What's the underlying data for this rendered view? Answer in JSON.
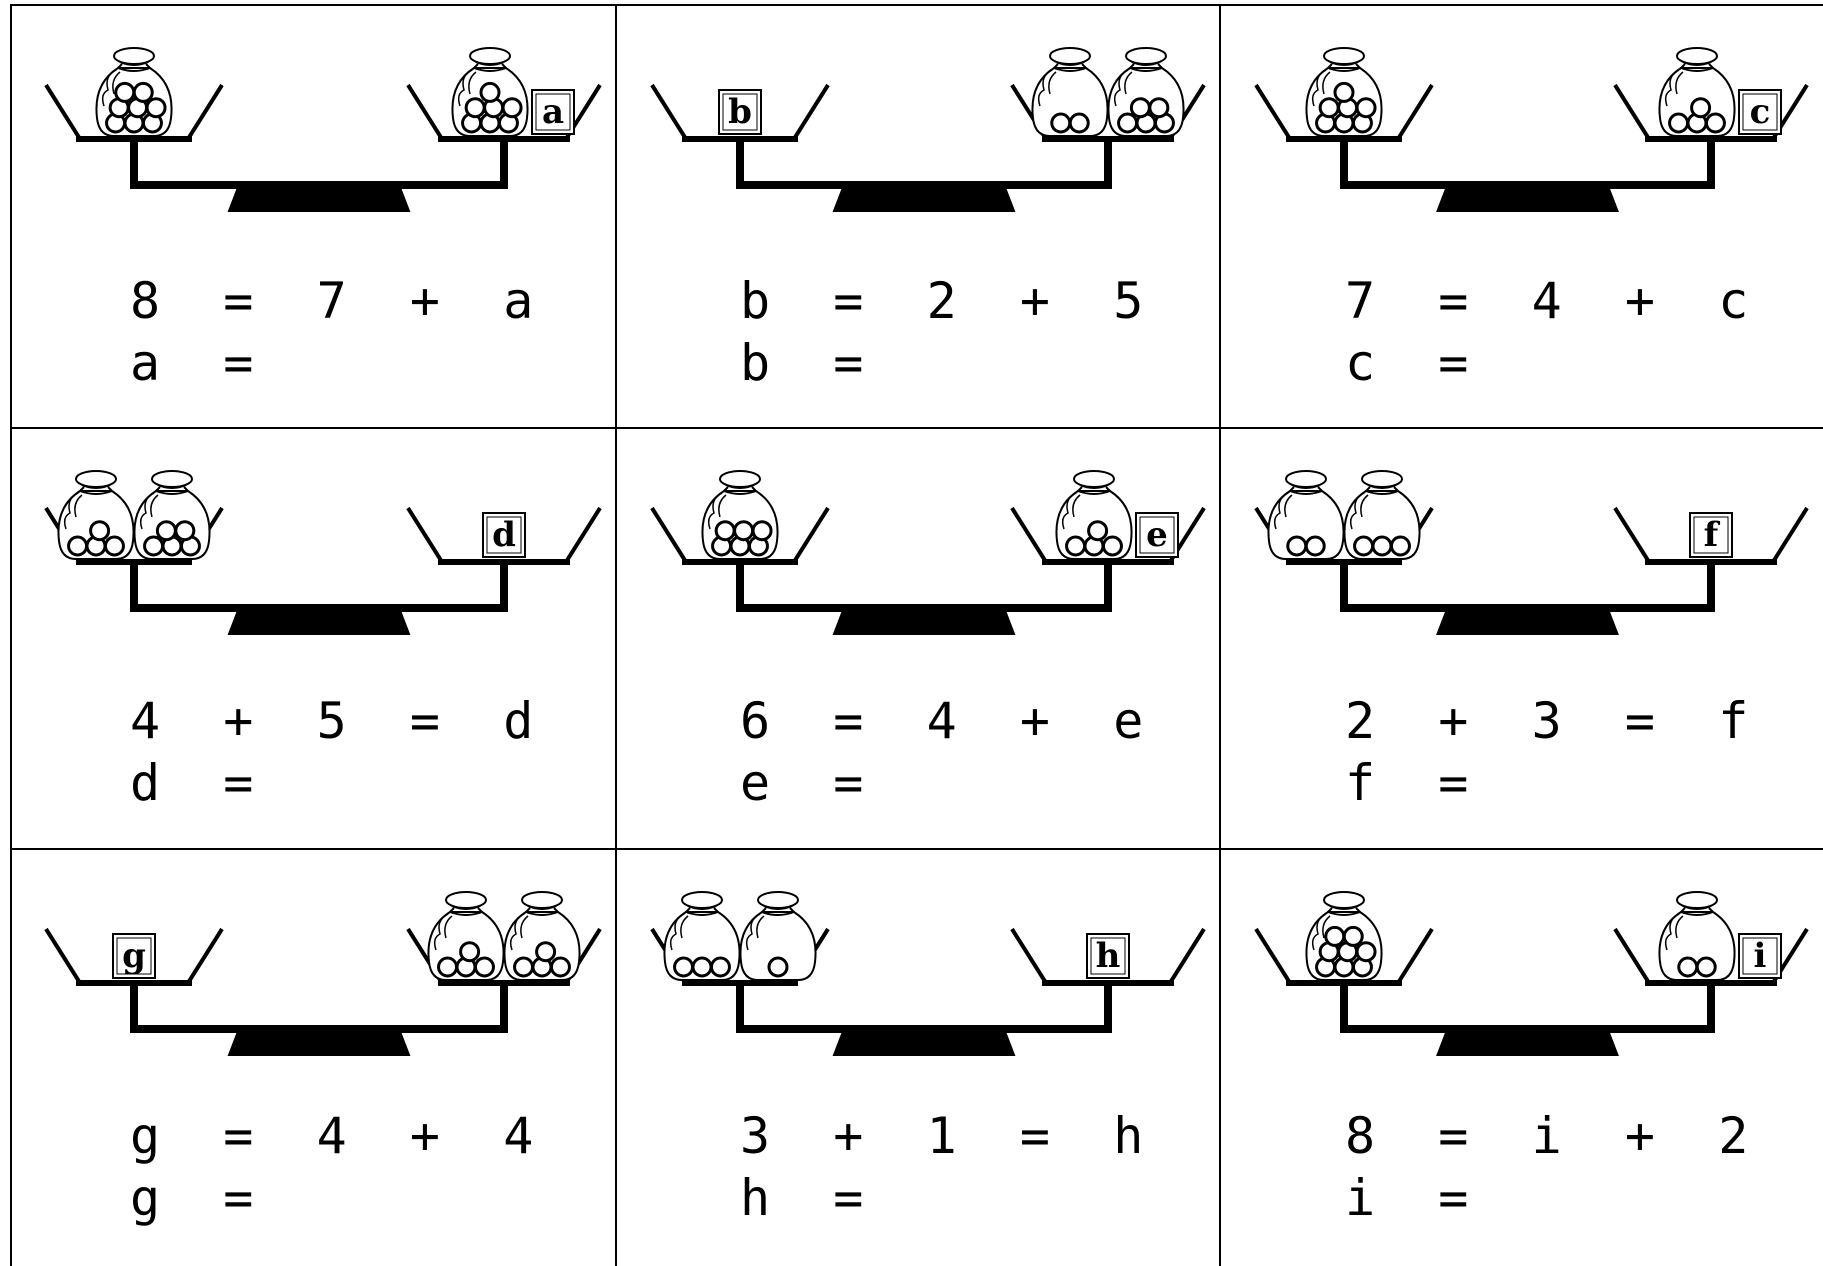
{
  "cells": [
    {
      "equation": "8 = 7 + a",
      "answer_prompt": "a =",
      "label": "a",
      "left": [
        8
      ],
      "right": [
        7
      ],
      "box_side": "right"
    },
    {
      "equation": "b = 2 + 5",
      "answer_prompt": "b =",
      "label": "b",
      "left": [],
      "right": [
        2,
        5
      ],
      "box_side": "left"
    },
    {
      "equation": "7 = 4 + c",
      "answer_prompt": "c =",
      "label": "c",
      "left": [
        7
      ],
      "right": [
        4
      ],
      "box_side": "right"
    },
    {
      "equation": "4 + 5 = d",
      "answer_prompt": "d =",
      "label": "d",
      "left": [
        4,
        5
      ],
      "right": [],
      "box_side": "right"
    },
    {
      "equation": "6 = 4 + e",
      "answer_prompt": "e =",
      "label": "e",
      "left": [
        6
      ],
      "right": [
        4
      ],
      "box_side": "right"
    },
    {
      "equation": "2 + 3 = f",
      "answer_prompt": "f =",
      "label": "f",
      "left": [
        2,
        3
      ],
      "right": [],
      "box_side": "right"
    },
    {
      "equation": "g = 4 + 4",
      "answer_prompt": "g =",
      "label": "g",
      "left": [],
      "right": [
        4,
        4
      ],
      "box_side": "left"
    },
    {
      "equation": "3 + 1 = h",
      "answer_prompt": "h =",
      "label": "h",
      "left": [
        3,
        1
      ],
      "right": [],
      "box_side": "right"
    },
    {
      "equation": "8 = i + 2",
      "answer_prompt": "i =",
      "label": "i",
      "left": [
        8
      ],
      "right": [
        2
      ],
      "box_side": "right"
    }
  ]
}
